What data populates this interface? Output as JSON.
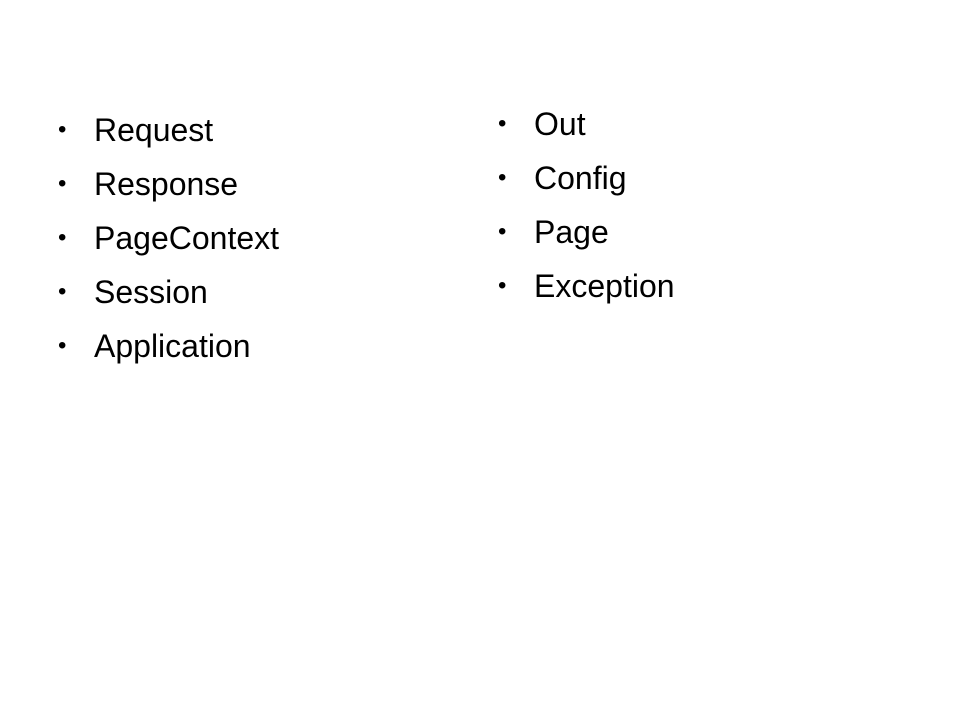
{
  "slide": {
    "bullet_glyph": "•",
    "left_column": {
      "items": [
        "Request",
        "Response",
        "PageContext",
        "Session",
        "Application"
      ]
    },
    "right_column": {
      "items": [
        "Out",
        "Config",
        "Page",
        "Exception"
      ]
    }
  },
  "colors": {
    "background": "#ffffff",
    "text": "#000000"
  }
}
